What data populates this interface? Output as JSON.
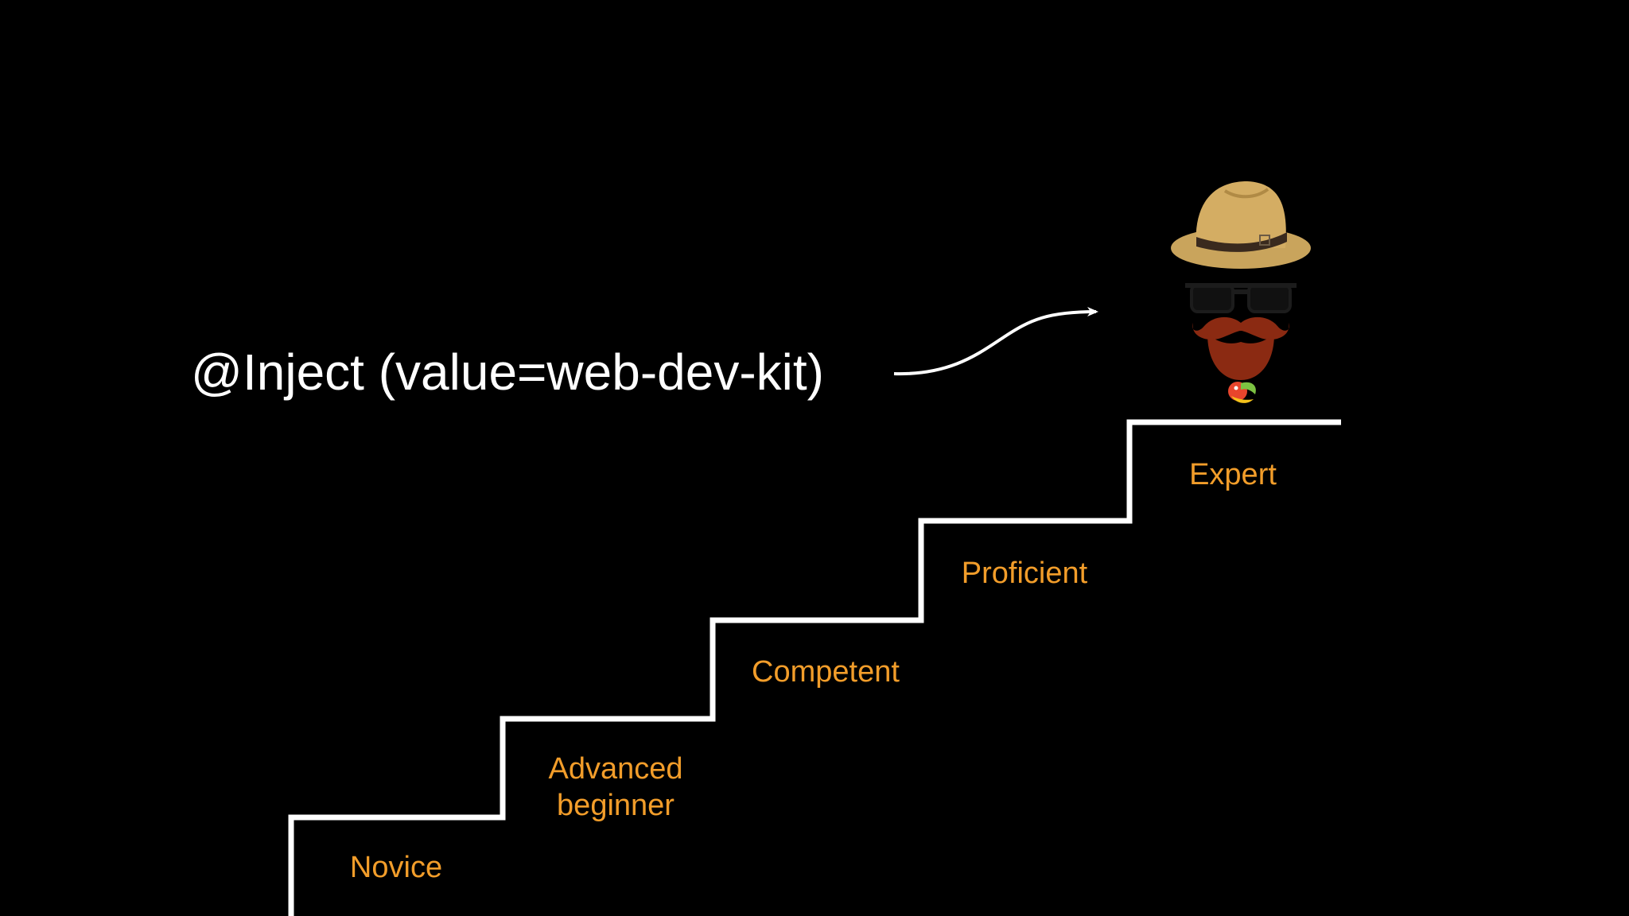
{
  "code_text": "@Inject (value=web-dev-kit)",
  "stages": [
    {
      "name": "Novice"
    },
    {
      "name": "Advanced beginner"
    },
    {
      "name": "Competent"
    },
    {
      "name": "Proficient"
    },
    {
      "name": "Expert"
    }
  ],
  "colors": {
    "background": "#000000",
    "stair_line": "#ffffff",
    "stage_label": "#f29d2a",
    "code_text": "#ffffff",
    "hat": "#c9a45c",
    "hat_band": "#3a2a1e",
    "beard": "#8b2a12",
    "glasses": "#111111"
  },
  "icons": {
    "arrow": "curved-arrow-icon",
    "character": "hat-glasses-beard-character-icon",
    "badge": "parrot-icon"
  }
}
